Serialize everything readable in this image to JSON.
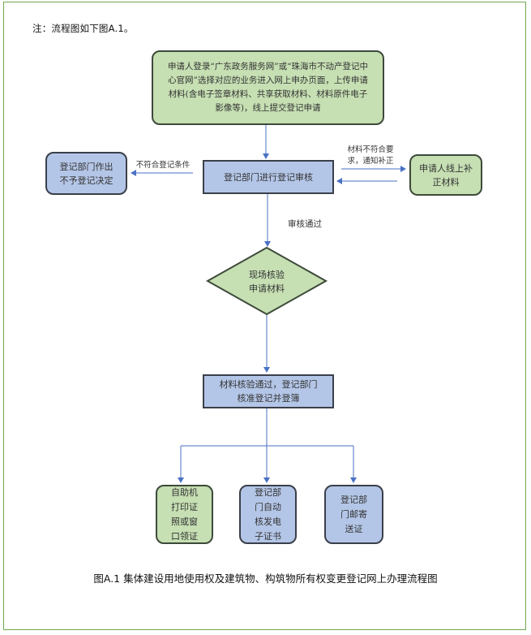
{
  "note": "注：流程图如下图A.1。",
  "flowchart": {
    "start_box": "申请人登录“广东政务服务网”或“珠海市不动产登记中心官网”选择对应的业务进入网上申办页面，上传申请材料(含电子签章材料、共享获取材料、材料原件电子影像等)，线上提交登记申请",
    "review_box": "登记部门进行登记审核",
    "reject_box": "登记部门作出不予登记决定",
    "reject_label": "不符合登记条件",
    "supplement_box": "申请人线上补正材料",
    "supplement_label": "材料不符合要求，通知补正",
    "pass_label": "审核通过",
    "decision_diamond": "现场核验申请材料",
    "approve_box": "材料核验通过，登记部门核准登记并登簿",
    "outcomes": [
      {
        "text": "自助机打印证照或窗口领证",
        "color": "green"
      },
      {
        "text": "登记部门自动核发电子证书",
        "color": "blue"
      },
      {
        "text": "登记部门邮寄送证",
        "color": "blue"
      }
    ]
  },
  "caption": "图A.1 集体建设用地使用权及建筑物、构筑物所有权变更登记网上办理流程图",
  "colors": {
    "frame": "#6fa84e",
    "green_fill": "#c6dfb3",
    "blue_fill": "#b4c6e7",
    "arrow": "#4a72c4"
  }
}
